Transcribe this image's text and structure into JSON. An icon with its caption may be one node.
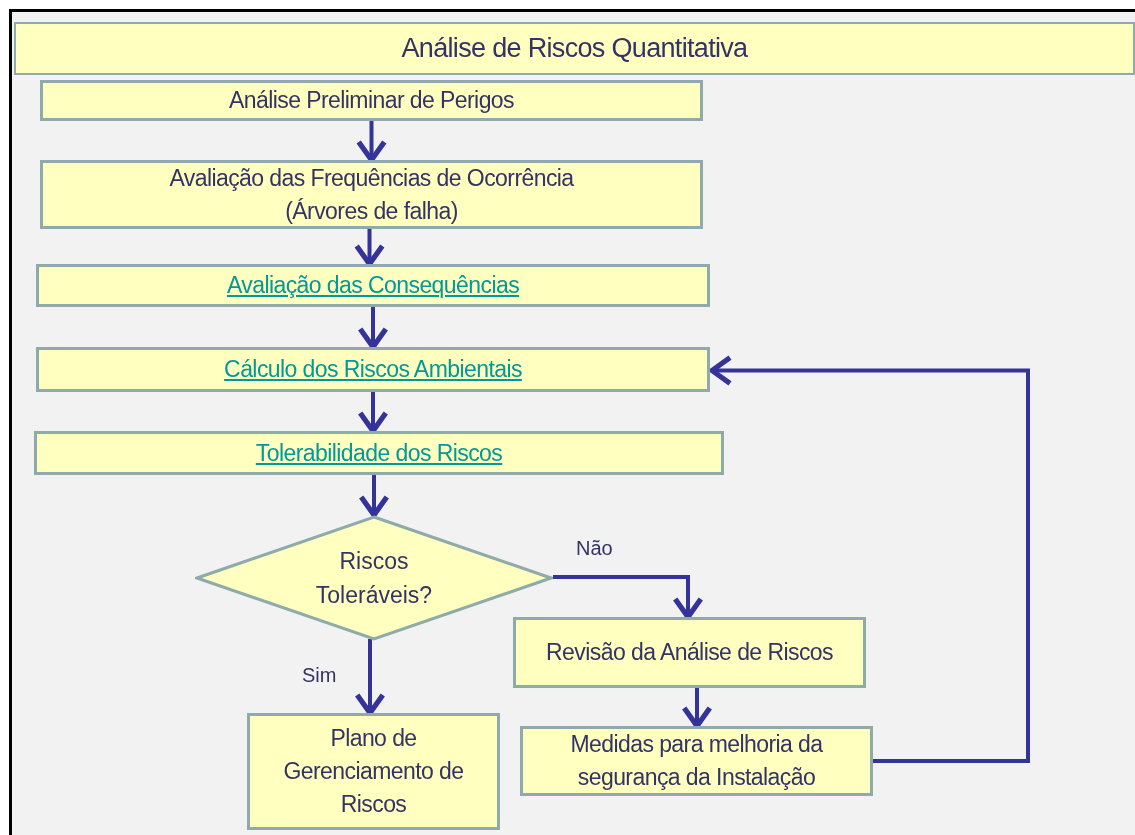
{
  "diagram": {
    "title": "Análise de Riscos Quantitativa",
    "nodes": [
      {
        "text": [
          "Análise Preliminar de Perigos"
        ]
      },
      {
        "text": [
          "Avaliação das Frequências de Ocorrência (Árvores de falha)"
        ]
      },
      {
        "text": [
          "Avaliação das Consequências"
        ]
      },
      {
        "text": [
          "Cálculo dos Riscos Ambientais"
        ]
      },
      {
        "text": [
          "Tolerabilidade dos Riscos"
        ]
      },
      {
        "text": [
          "Riscos Toleráveis?"
        ]
      },
      {
        "text": [
          "Revisão da Análise de Riscos"
        ]
      },
      {
        "text": [
          "Plano de Gerenciamento de Riscos"
        ]
      },
      {
        "text": [
          "Medidas para melhoria da segurança da Instalação"
        ]
      }
    ],
    "edges": [
      {
        "from": 0,
        "to": 1,
        "arrow": "to"
      },
      {
        "from": 1,
        "to": 2,
        "arrow": "to"
      },
      {
        "from": 2,
        "to": 3,
        "arrow": "to"
      },
      {
        "from": 3,
        "to": 4,
        "arrow": "to"
      },
      {
        "from": 4,
        "to": 5,
        "arrow": "to"
      },
      {
        "from": 5,
        "to": 6,
        "arrow": "to",
        "label": "Não"
      },
      {
        "from": 5,
        "to": 7,
        "arrow": "to",
        "label": "Sim"
      },
      {
        "from": 6,
        "to": 8,
        "arrow": "to"
      },
      {
        "from": 8,
        "to": 3,
        "arrow": "to"
      }
    ]
  }
}
